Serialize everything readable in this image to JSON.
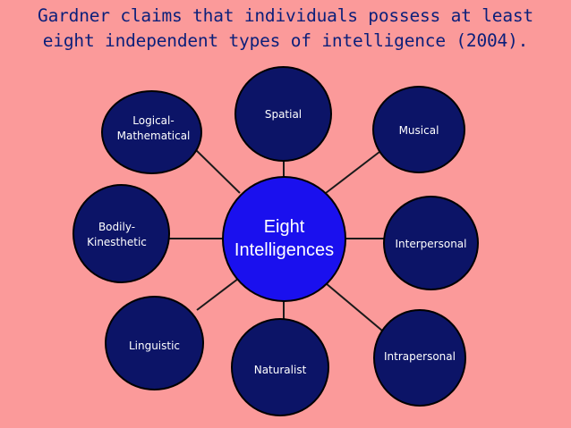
{
  "title": {
    "line1": "Gardner claims that individuals possess at least",
    "line2": "eight independent types of intelligence (2004)."
  },
  "center": {
    "line1": "Eight",
    "line2": "Intelligences"
  },
  "nodes": {
    "logical_mathematical": "Logical-\nMathematical",
    "spatial": "Spatial",
    "musical": "Musical",
    "bodily_kinesthetic": "Bodily-\nKinesthetic",
    "interpersonal": "Interpersonal",
    "linguistic": "Linguistic",
    "naturalist": "Naturalist",
    "intrapersonal": "Intrapersonal"
  },
  "colors": {
    "background": "#fb9a9a",
    "title_text": "#0b1f7a",
    "node_fill": "#0c1467",
    "center_fill": "#1a10ee",
    "node_text": "#ffffff"
  }
}
